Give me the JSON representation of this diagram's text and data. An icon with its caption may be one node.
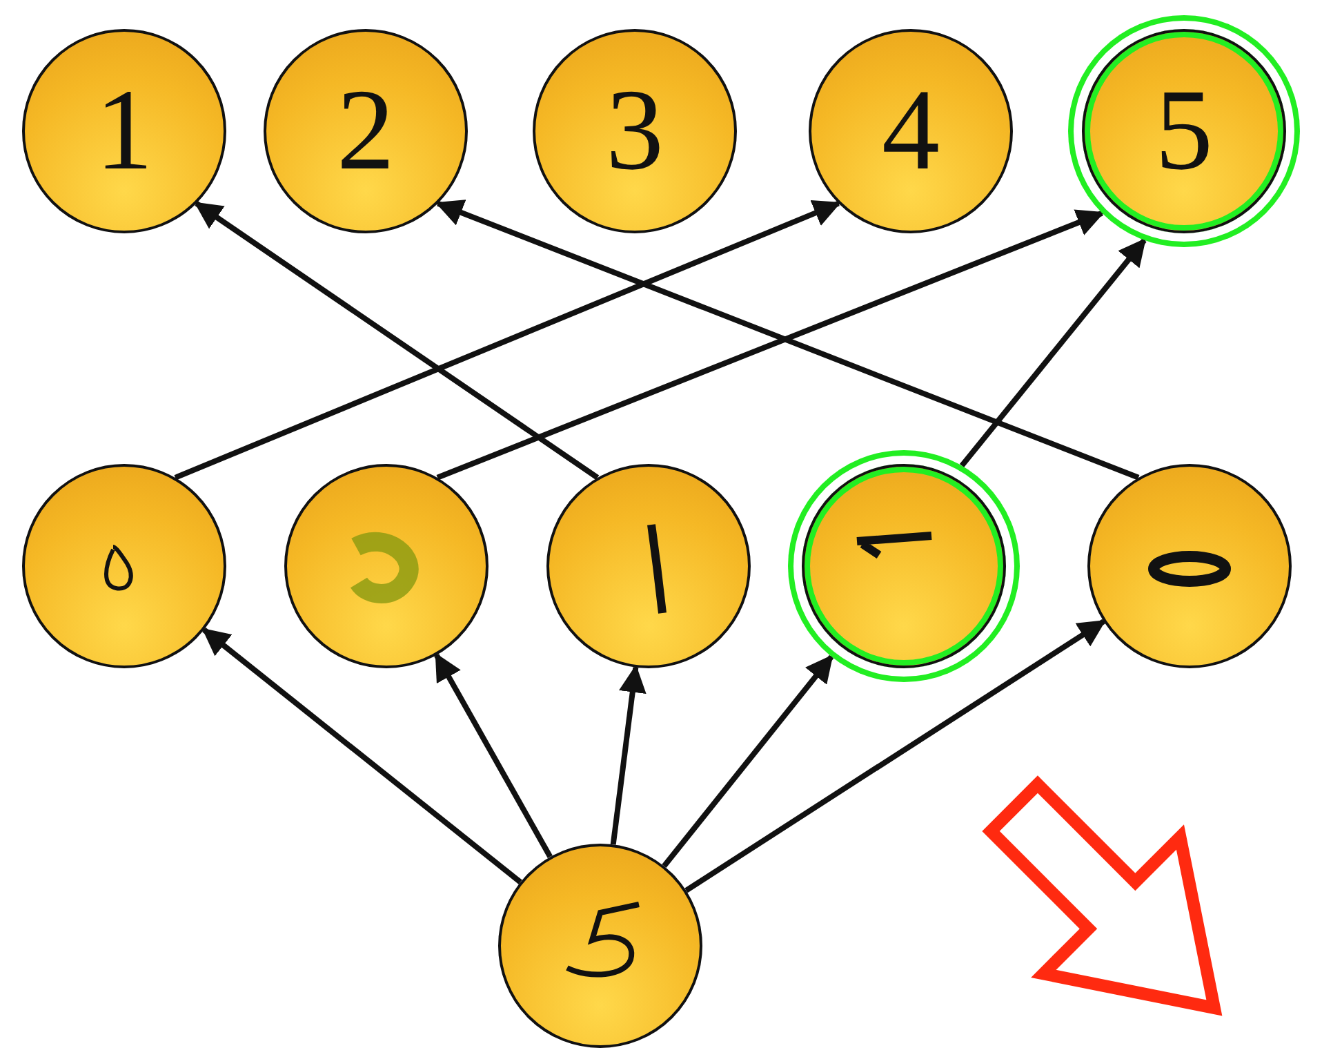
{
  "diagram": {
    "nodes": [
      {
        "text": [
          "1"
        ]
      },
      {
        "text": [
          "2"
        ]
      },
      {
        "text": [
          "3"
        ]
      },
      {
        "text": [
          "4"
        ]
      },
      {
        "text": [
          "5"
        ]
      },
      {
        "text": [],
        "shape": "picture"
      },
      {
        "text": [],
        "shape": "picture"
      },
      {
        "text": [],
        "shape": "picture"
      },
      {
        "text": [],
        "shape": "picture"
      },
      {
        "text": [],
        "shape": "picture"
      },
      {
        "text": [],
        "shape": "picture"
      }
    ],
    "edges": [
      {
        "from": 10,
        "to": 5,
        "arrow": "to"
      },
      {
        "from": 10,
        "to": 6,
        "arrow": "to"
      },
      {
        "from": 10,
        "to": 7,
        "arrow": "to"
      },
      {
        "from": 10,
        "to": 8,
        "arrow": "to"
      },
      {
        "from": 10,
        "to": 9,
        "arrow": "to"
      },
      {
        "from": 5,
        "to": 3,
        "arrow": "to"
      },
      {
        "from": 6,
        "to": 4,
        "arrow": "to"
      },
      {
        "from": 7,
        "to": 0,
        "arrow": "to"
      },
      {
        "from": 8,
        "to": 4,
        "arrow": "to"
      },
      {
        "from": 9,
        "to": 1,
        "arrow": "to"
      }
    ]
  }
}
